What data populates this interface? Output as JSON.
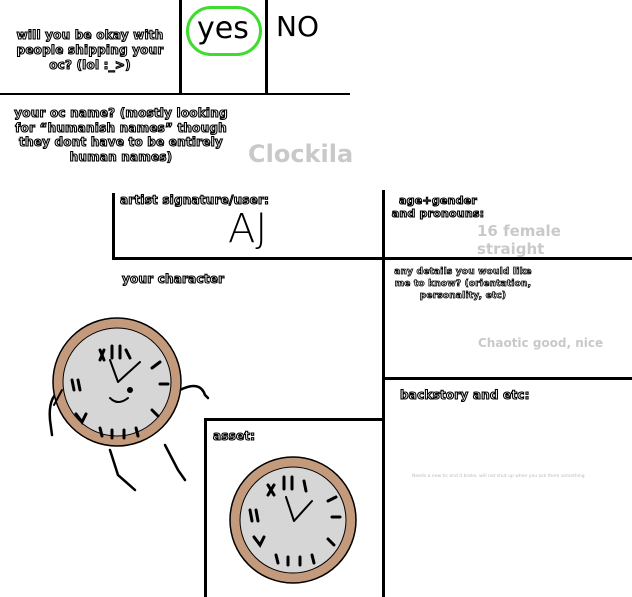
{
  "shipping": {
    "question": "will you be okay with people shipping your oc? (lol :_>)",
    "options": [
      "yes",
      "NO"
    ],
    "selected": "yes",
    "selection_color": "#3ddc2f"
  },
  "name": {
    "question": "your oc name? (mostly looking for “humanish names” though they dont have to be entirely human names)",
    "value": "Clockila"
  },
  "artist": {
    "label": "artist signature/user:",
    "value": "AJ"
  },
  "age": {
    "label": "age+gender and pronouns:",
    "value": "16 female straight"
  },
  "character": {
    "label": "your character"
  },
  "details": {
    "label": "any details you would like me to know? (orientation, personality, etc)",
    "value": "Chaotic good, nice"
  },
  "backstory": {
    "label": "backstory and etc:",
    "value": "Needs a new tic and it broke, will not shut up when you ask them something"
  },
  "asset": {
    "label": "asset:"
  },
  "colors": {
    "clock_rim": "#c49a7c",
    "clock_face": "#d6d6d6",
    "answer_text": "#c9c9c9"
  }
}
